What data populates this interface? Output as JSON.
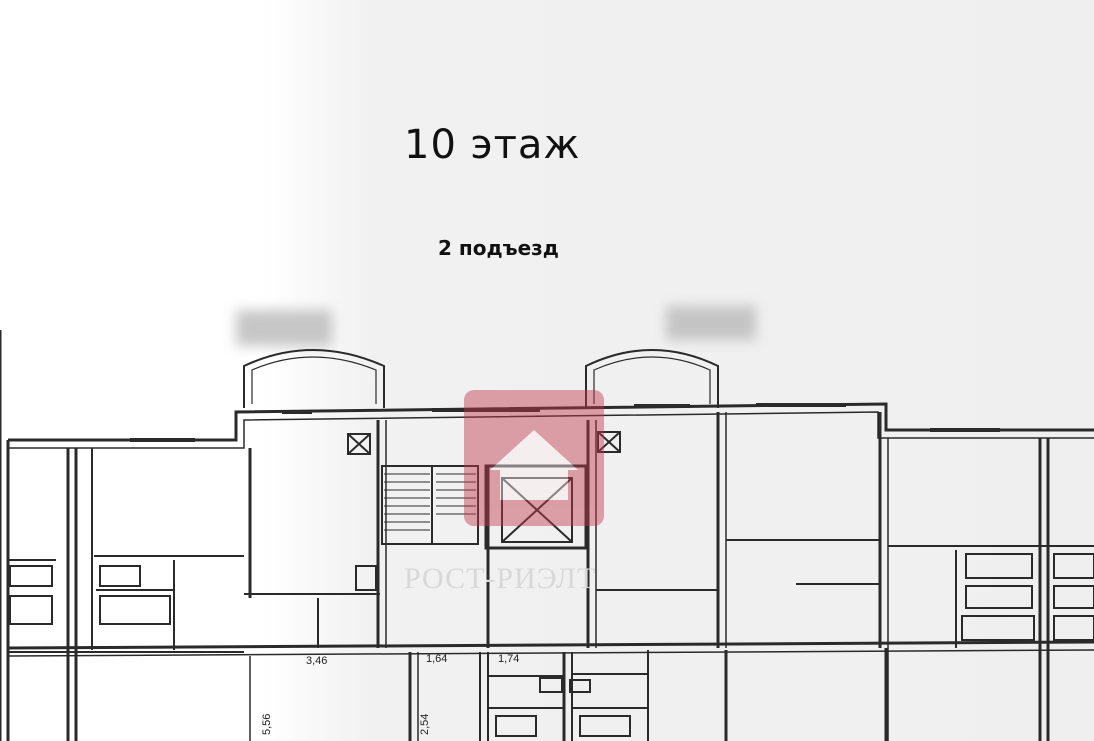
{
  "floor_title": "10 этаж",
  "entrance_label": "2 подъезд",
  "watermark": {
    "text": "РОСТ-РИЭЛТ",
    "color": "#c0394b"
  },
  "dimensions": {
    "d1": "3,46",
    "d2": "1,64",
    "d3": "1,74",
    "d4": "5,56",
    "d5": "2,54"
  }
}
